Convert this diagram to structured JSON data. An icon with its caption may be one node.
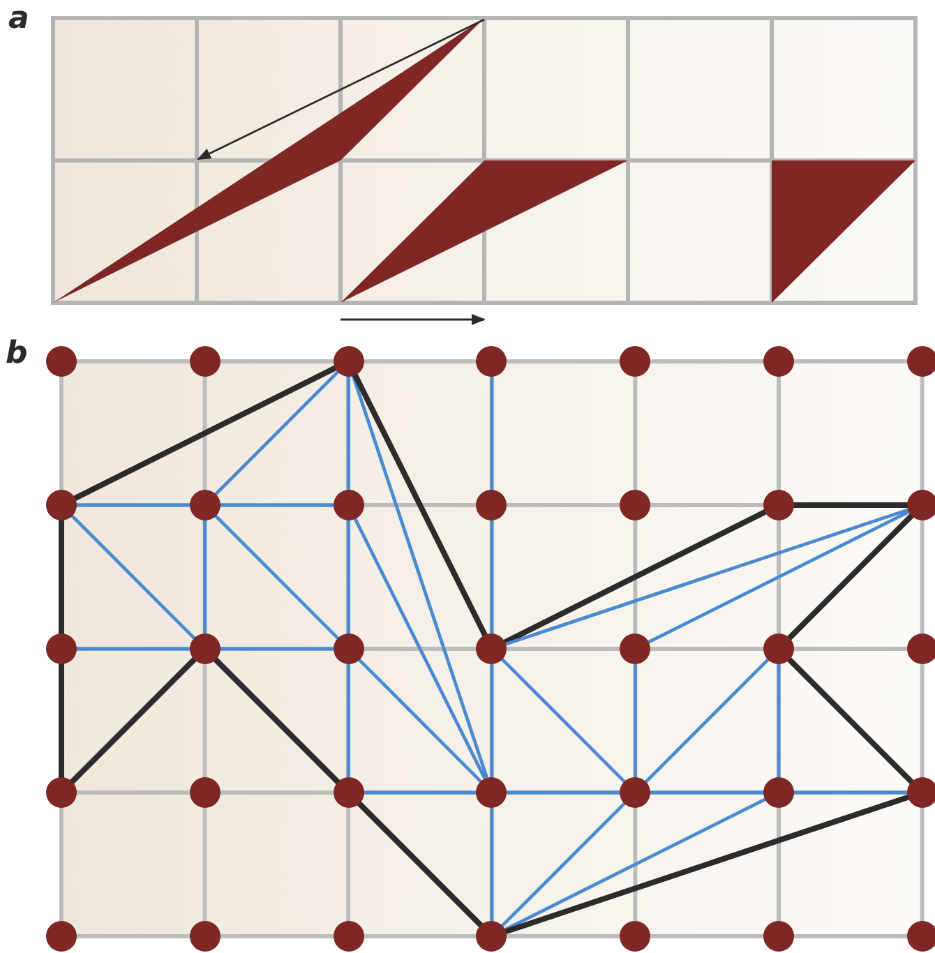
{
  "diagram": {
    "nodes": [
      {
        "text": [],
        "shape": "circle"
      },
      {
        "text": [],
        "shape": "circle"
      },
      {
        "text": [],
        "shape": "circle"
      },
      {
        "text": [],
        "shape": "circle"
      },
      {
        "text": [],
        "shape": "circle"
      },
      {
        "text": [],
        "shape": "circle"
      },
      {
        "text": [],
        "shape": "circle"
      },
      {
        "text": [],
        "shape": "circle"
      },
      {
        "text": [],
        "shape": "circle"
      },
      {
        "text": [],
        "shape": "circle"
      },
      {
        "text": [],
        "shape": "circle"
      },
      {
        "text": [],
        "shape": "circle"
      },
      {
        "text": [],
        "shape": "circle"
      },
      {
        "text": [],
        "shape": "circle"
      },
      {
        "text": [],
        "shape": "circle"
      },
      {
        "text": [],
        "shape": "circle"
      },
      {
        "text": [],
        "shape": "circle"
      },
      {
        "text": [],
        "shape": "circle"
      },
      {
        "text": [],
        "shape": "circle"
      },
      {
        "text": [],
        "shape": "circle"
      },
      {
        "text": [],
        "shape": "circle"
      },
      {
        "text": [],
        "shape": "circle"
      },
      {
        "text": [],
        "shape": "circle"
      },
      {
        "text": [],
        "shape": "circle"
      },
      {
        "text": [],
        "shape": "circle"
      },
      {
        "text": [],
        "shape": "circle"
      },
      {
        "text": [],
        "shape": "circle"
      },
      {
        "text": [],
        "shape": "circle"
      },
      {
        "text": [],
        "shape": "circle"
      },
      {
        "text": [],
        "shape": "circle"
      },
      {
        "text": [],
        "shape": "circle"
      },
      {
        "text": [],
        "shape": "circle"
      },
      {
        "text": [],
        "shape": "circle"
      },
      {
        "text": [],
        "shape": "circle"
      },
      {
        "text": [],
        "shape": "circle"
      }
    ],
    "edges": [
      {
        "from": 2,
        "to": 7,
        "arrow": "none",
        "color": "#2b2b2b"
      },
      {
        "from": 7,
        "to": 8,
        "arrow": "none"
      },
      {
        "from": 8,
        "to": 9,
        "arrow": "none"
      },
      {
        "from": 2,
        "to": 8,
        "arrow": "none"
      },
      {
        "from": 2,
        "to": 9,
        "arrow": "none"
      },
      {
        "from": 2,
        "to": 24,
        "arrow": "none"
      },
      {
        "from": 2,
        "to": 17,
        "arrow": "none",
        "color": "#2b2b2b"
      },
      {
        "from": 3,
        "to": 10,
        "arrow": "none"
      },
      {
        "from": 9,
        "to": 24,
        "arrow": "none"
      },
      {
        "from": 7,
        "to": 14,
        "arrow": "none",
        "color": "#2b2b2b"
      },
      {
        "from": 7,
        "to": 15,
        "arrow": "none"
      },
      {
        "from": 8,
        "to": 15,
        "arrow": "none"
      },
      {
        "from": 8,
        "to": 16,
        "arrow": "none"
      },
      {
        "from": 9,
        "to": 16,
        "arrow": "none"
      },
      {
        "from": 10,
        "to": 17,
        "arrow": "none"
      },
      {
        "from": 12,
        "to": 13,
        "arrow": "none",
        "color": "#2b2b2b"
      },
      {
        "from": 12,
        "to": 17,
        "arrow": "none",
        "color": "#2b2b2b"
      },
      {
        "from": 17,
        "to": 13,
        "arrow": "none"
      },
      {
        "from": 18,
        "to": 13,
        "arrow": "none"
      },
      {
        "from": 19,
        "to": 13,
        "arrow": "none",
        "color": "#2b2b2b"
      },
      {
        "from": 14,
        "to": 15,
        "arrow": "none"
      },
      {
        "from": 15,
        "to": 16,
        "arrow": "none"
      },
      {
        "from": 14,
        "to": 21,
        "arrow": "none",
        "color": "#2b2b2b"
      },
      {
        "from": 21,
        "to": 15,
        "arrow": "none",
        "color": "#2b2b2b"
      },
      {
        "from": 15,
        "to": 23,
        "arrow": "none",
        "color": "#2b2b2b"
      },
      {
        "from": 16,
        "to": 23,
        "arrow": "none"
      },
      {
        "from": 16,
        "to": 24,
        "arrow": "none"
      },
      {
        "from": 17,
        "to": 24,
        "arrow": "none"
      },
      {
        "from": 17,
        "to": 25,
        "arrow": "none"
      },
      {
        "from": 18,
        "to": 25,
        "arrow": "none"
      },
      {
        "from": 25,
        "to": 19,
        "arrow": "none"
      },
      {
        "from": 19,
        "to": 26,
        "arrow": "none"
      },
      {
        "from": 27,
        "to": 19,
        "arrow": "none",
        "color": "#2b2b2b"
      },
      {
        "from": 23,
        "to": 24,
        "arrow": "none"
      },
      {
        "from": 24,
        "to": 25,
        "arrow": "none"
      },
      {
        "from": 25,
        "to": 26,
        "arrow": "none"
      },
      {
        "from": 26,
        "to": 27,
        "arrow": "none"
      },
      {
        "from": 23,
        "to": 31,
        "arrow": "none",
        "color": "#2b2b2b"
      },
      {
        "from": 24,
        "to": 31,
        "arrow": "none"
      },
      {
        "from": 31,
        "to": 25,
        "arrow": "none"
      },
      {
        "from": 31,
        "to": 26,
        "arrow": "none"
      },
      {
        "from": 31,
        "to": 27,
        "arrow": "none",
        "color": "#2b2b2b"
      }
    ],
    "labels": [
      "a",
      "b"
    ]
  }
}
